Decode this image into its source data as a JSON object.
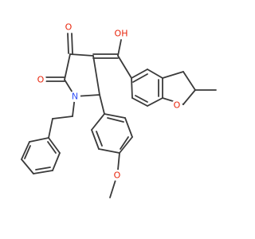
{
  "atoms": {
    "o_ketone": {
      "text": "O",
      "color": "#e8250c"
    },
    "o_lactam": {
      "text": "O",
      "color": "#e8250c"
    },
    "n_ring": {
      "text": "N",
      "color": "#3050f8"
    },
    "oh": {
      "text": "OH",
      "color": "#e8250c"
    },
    "o_furan": {
      "text": "O",
      "color": "#e8250c"
    },
    "o_methoxy": {
      "text": "O",
      "color": "#e8250c"
    }
  },
  "colors": {
    "bond": "#3a3a3a",
    "oxygen": "#e8250c",
    "nitrogen": "#3050f8"
  }
}
